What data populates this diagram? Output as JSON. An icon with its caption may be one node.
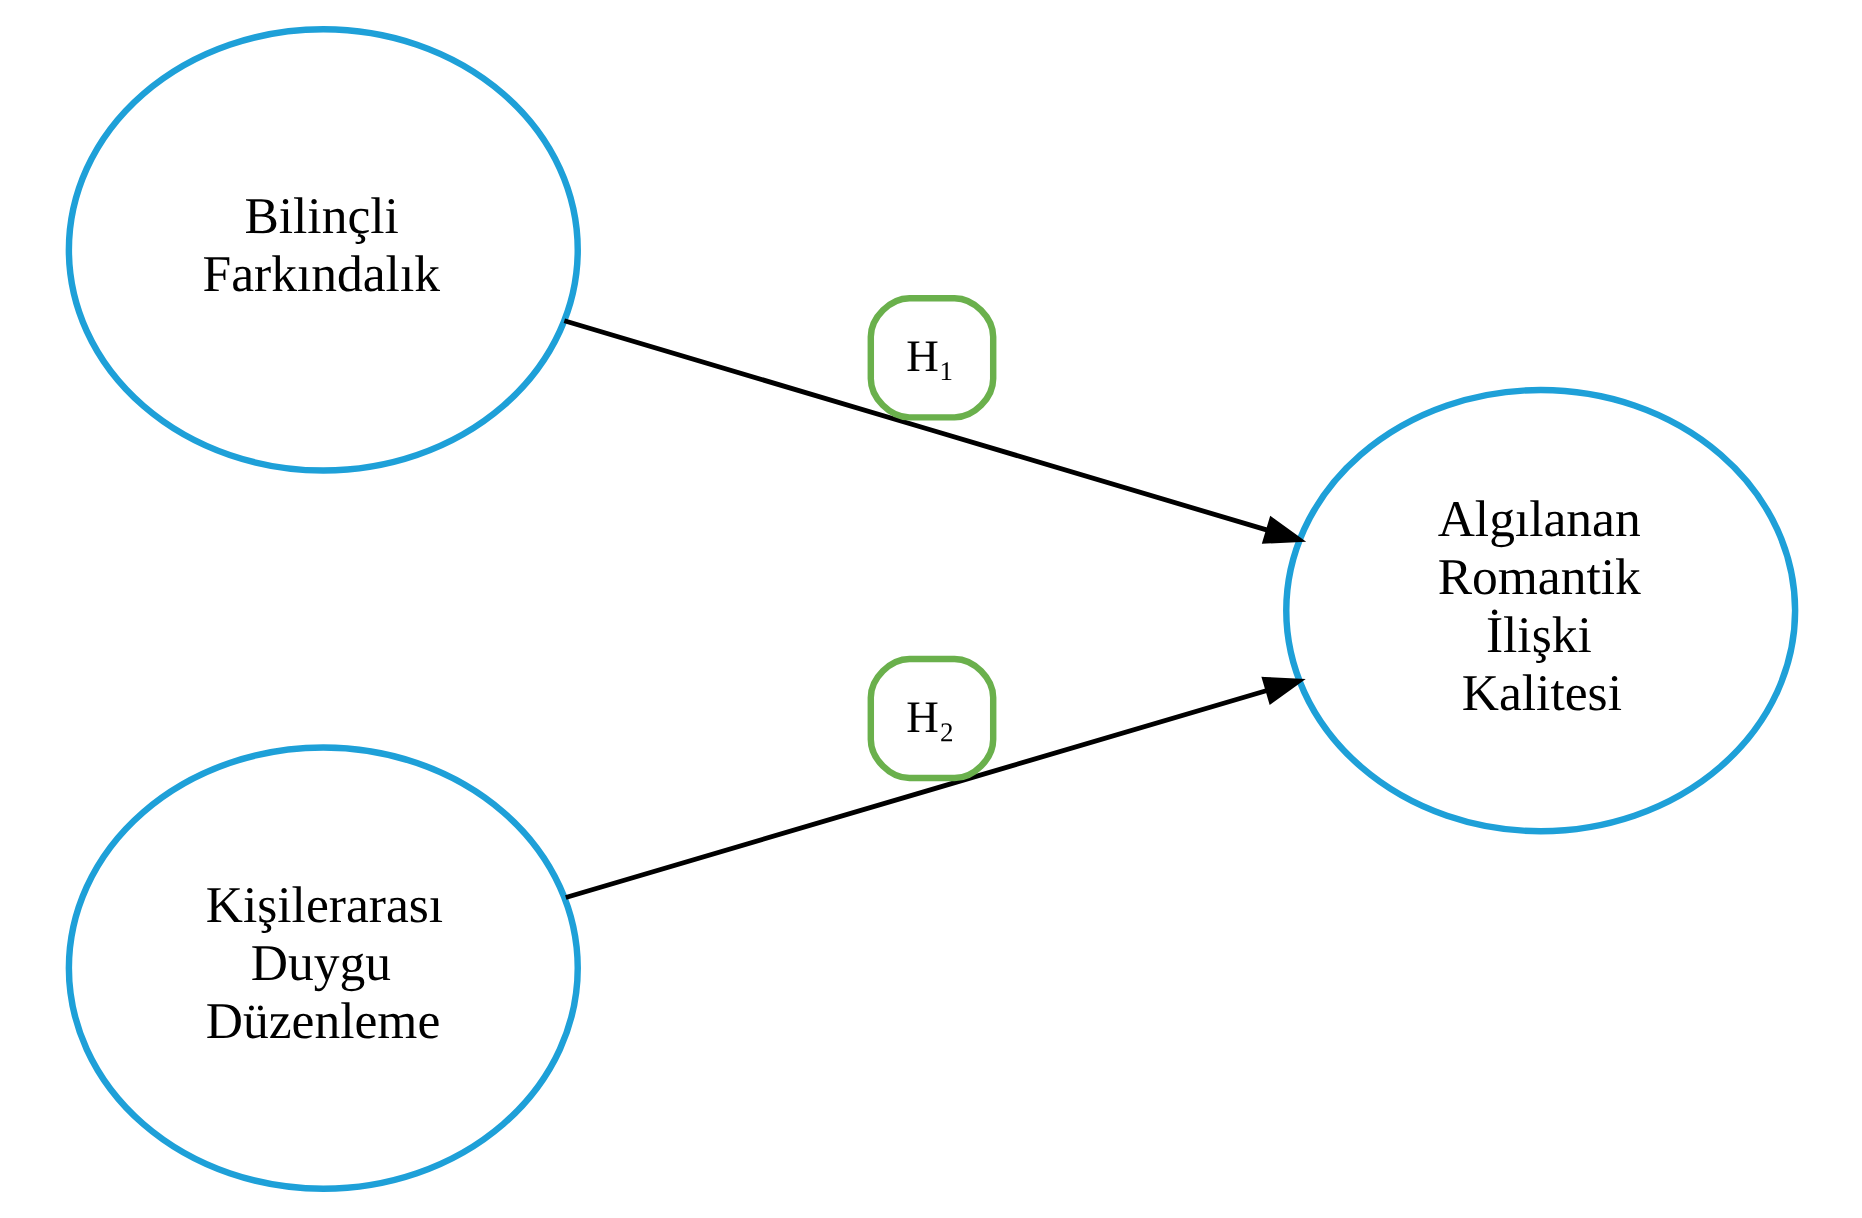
{
  "diagram": {
    "nodes": [
      {
        "text": [
          "Bilinçli Farkındalık"
        ]
      },
      {
        "text": [
          "Kişilerarası Duygu Düzenleme"
        ]
      },
      {
        "text": [
          "Algılanan Romantik İlişki Kalitesi"
        ]
      }
    ],
    "edges": [
      {
        "from": 0,
        "to": 2,
        "arrow": "to",
        "label": "H₁"
      },
      {
        "from": 1,
        "to": 2,
        "arrow": "to",
        "label": "H₂"
      }
    ]
  }
}
